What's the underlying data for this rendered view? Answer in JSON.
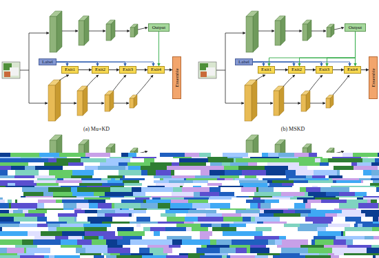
{
  "diagram": {
    "nodes": [
      {
        "text": [
          "Output"
        ]
      },
      {
        "text": [
          "Label"
        ]
      },
      {
        "text": [
          "Exit1"
        ]
      },
      {
        "text": [
          "Exit2"
        ]
      },
      {
        "text": [
          "Exit3"
        ]
      },
      {
        "text": [
          "Exit4"
        ]
      },
      {
        "text": [
          "Ensemble"
        ]
      },
      {
        "text": [
          "Output"
        ]
      },
      {
        "text": [
          "Label"
        ]
      },
      {
        "text": [
          "Exit1"
        ]
      },
      {
        "text": [
          "Exit2"
        ]
      },
      {
        "text": [
          "Exit3"
        ]
      },
      {
        "text": [
          "Exit4"
        ]
      },
      {
        "text": [
          "Ensemble"
        ]
      }
    ],
    "edges": [
      {
        "from": 1,
        "to": 2,
        "arrow": "to"
      },
      {
        "from": 1,
        "to": 3,
        "arrow": "to"
      },
      {
        "from": 1,
        "to": 4,
        "arrow": "to"
      },
      {
        "from": 1,
        "to": 5,
        "arrow": "to"
      },
      {
        "from": 2,
        "to": 3,
        "arrow": "to"
      },
      {
        "from": 3,
        "to": 4,
        "arrow": "to"
      },
      {
        "from": 4,
        "to": 5,
        "arrow": "to"
      },
      {
        "from": 0,
        "to": 5,
        "arrow": "to"
      },
      {
        "from": 5,
        "to": 6,
        "arrow": "to"
      },
      {
        "from": 8,
        "to": 9,
        "arrow": "to"
      },
      {
        "from": 8,
        "to": 10,
        "arrow": "to"
      },
      {
        "from": 8,
        "to": 11,
        "arrow": "to"
      },
      {
        "from": 8,
        "to": 12,
        "arrow": "to"
      },
      {
        "from": 9,
        "to": 10,
        "arrow": "to"
      },
      {
        "from": 10,
        "to": 11,
        "arrow": "to"
      },
      {
        "from": 11,
        "to": 12,
        "arrow": "to"
      },
      {
        "from": 7,
        "to": 9,
        "arrow": "to"
      },
      {
        "from": 7,
        "to": 10,
        "arrow": "to"
      },
      {
        "from": 7,
        "to": 11,
        "arrow": "to"
      },
      {
        "from": 7,
        "to": 12,
        "arrow": "to"
      },
      {
        "from": 12,
        "to": 13,
        "arrow": "to"
      }
    ],
    "labels": [
      "(a) Mu+KD",
      "(b) MSKD"
    ]
  }
}
